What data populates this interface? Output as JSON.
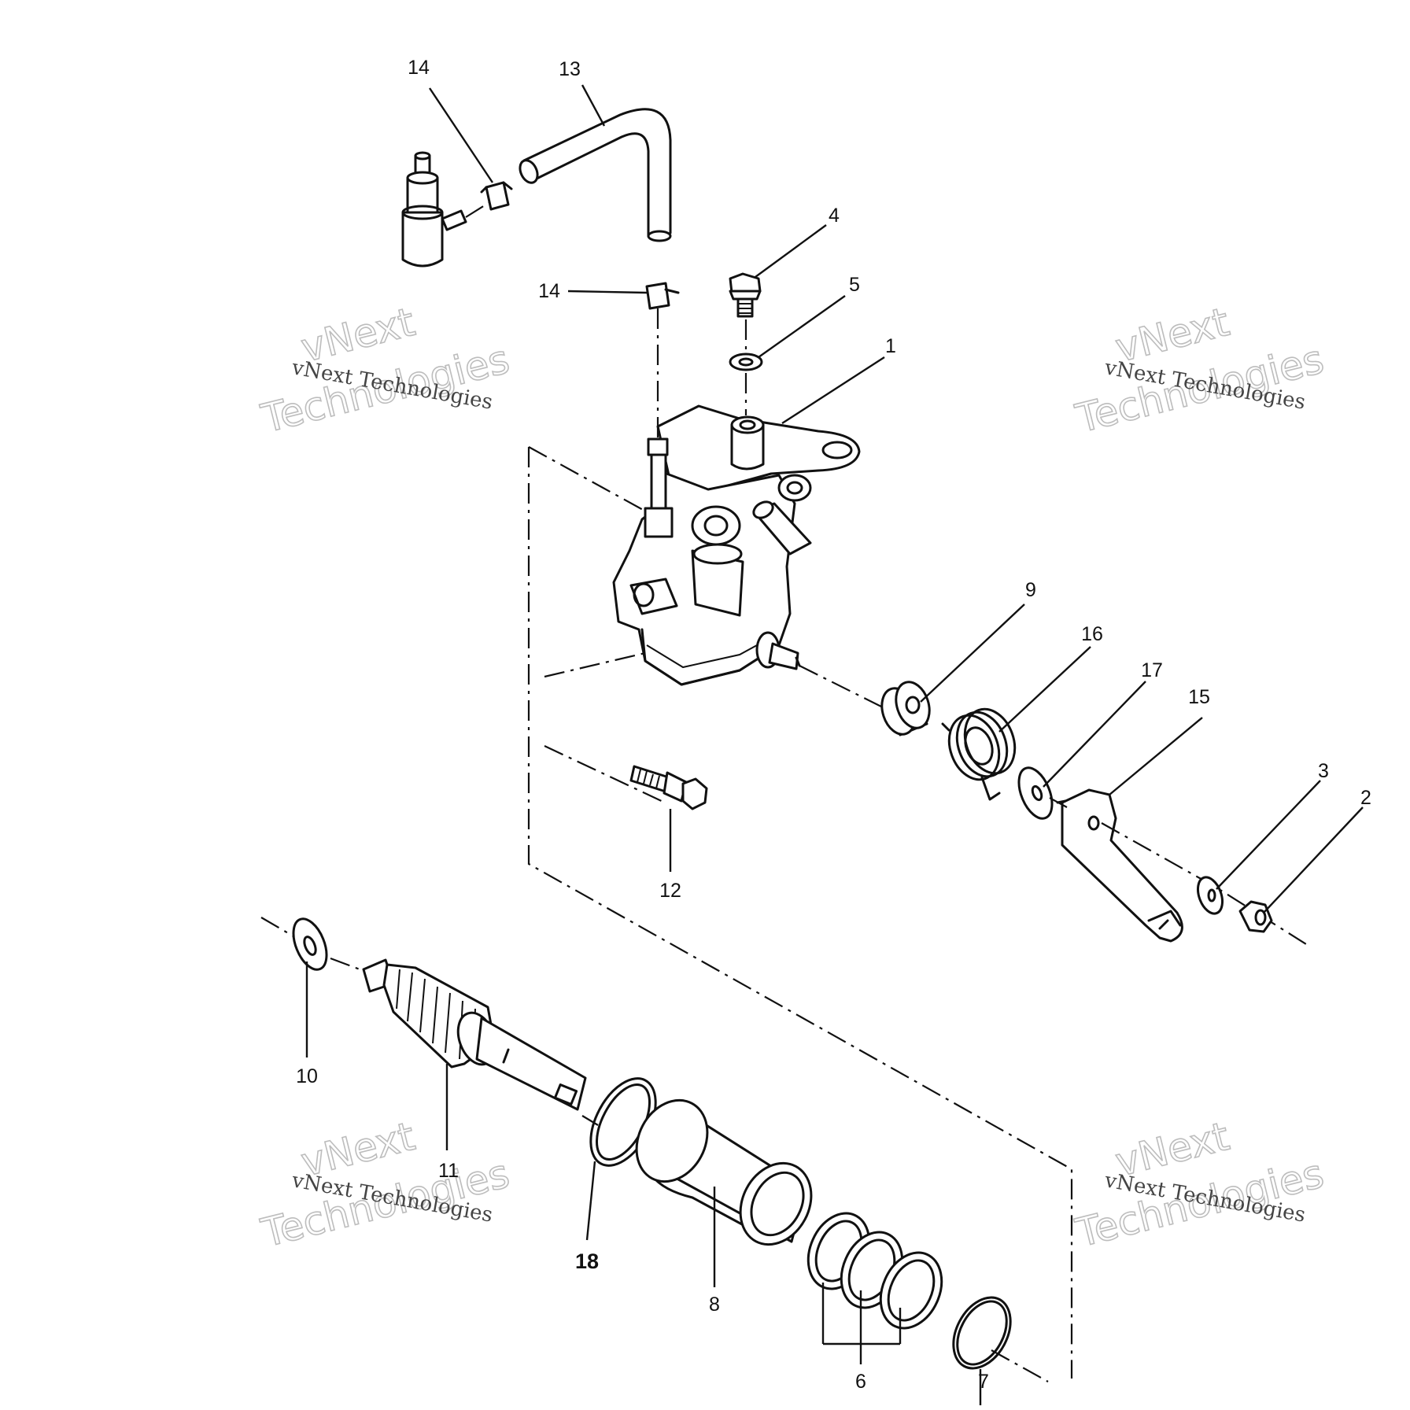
{
  "diagram": {
    "callouts": [
      {
        "id": "c1",
        "text": "1"
      },
      {
        "id": "c2",
        "text": "2"
      },
      {
        "id": "c3",
        "text": "3"
      },
      {
        "id": "c4",
        "text": "4"
      },
      {
        "id": "c5",
        "text": "5"
      },
      {
        "id": "c6",
        "text": "6"
      },
      {
        "id": "c7",
        "text": "7"
      },
      {
        "id": "c8",
        "text": "8"
      },
      {
        "id": "c9",
        "text": "9"
      },
      {
        "id": "c10",
        "text": "10"
      },
      {
        "id": "c11",
        "text": "11"
      },
      {
        "id": "c12",
        "text": "12"
      },
      {
        "id": "c13",
        "text": "13"
      },
      {
        "id": "c14a",
        "text": "14"
      },
      {
        "id": "c14b",
        "text": "14"
      },
      {
        "id": "c15",
        "text": "15"
      },
      {
        "id": "c16",
        "text": "16"
      },
      {
        "id": "c17",
        "text": "17"
      },
      {
        "id": "c18",
        "text": "18"
      }
    ]
  },
  "watermark": {
    "line1": "vNext",
    "line2": "Technologies",
    "caption": "vNext Technologies"
  }
}
